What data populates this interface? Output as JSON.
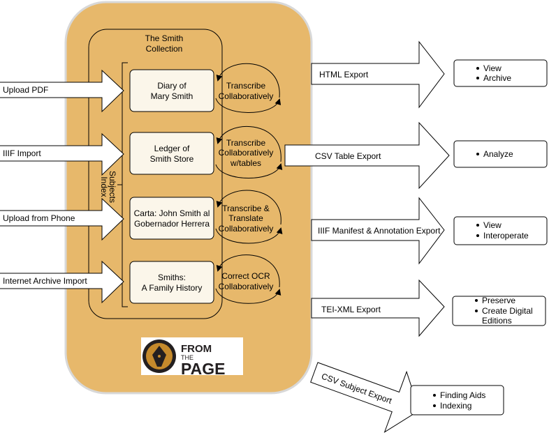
{
  "colors": {
    "panel_fill": "#e7b86b",
    "panel_stroke": "#d8d8d8",
    "doc_fill": "#fbf6ea",
    "logo_bg": "#ffffff",
    "logo_dark": "#231f20",
    "logo_orange": "#c58a2c"
  },
  "collection": {
    "line1": "The Smith",
    "line2": "Collection"
  },
  "index_subjects": {
    "line1": "Index",
    "line2": "Subjects"
  },
  "inputs": [
    {
      "label": "Upload PDF"
    },
    {
      "label": "IIIF Import"
    },
    {
      "label": "Upload from Phone"
    },
    {
      "label": "Internet Archive Import"
    }
  ],
  "documents": [
    {
      "line1": "Diary of",
      "line2": "Mary Smith"
    },
    {
      "line1": "Ledger of",
      "line2": "Smith Store"
    },
    {
      "line1": "Carta:  John Smith al",
      "line2": "Gobernador Herrera"
    },
    {
      "line1": "Smiths:",
      "line2": "A Family History"
    }
  ],
  "actions": [
    {
      "lines": [
        "Transcribe",
        "Collaboratively"
      ]
    },
    {
      "lines": [
        "Transcribe",
        "Collaboratively",
        "w/tables"
      ]
    },
    {
      "lines": [
        "Transcribe &",
        "Translate",
        "Collaboratively"
      ]
    },
    {
      "lines": [
        "Correct OCR",
        "Collaboratively"
      ]
    }
  ],
  "exports": [
    {
      "label": "HTML Export",
      "uses": [
        "View",
        "Archive"
      ]
    },
    {
      "label": "CSV Table Export",
      "uses": [
        "Analyze"
      ]
    },
    {
      "label": "IIIF Manifest & Annotation Export",
      "uses": [
        "View",
        "Interoperate"
      ]
    },
    {
      "label": "TEI-XML Export",
      "uses": [
        "Preserve",
        "Create Digital",
        "Editions"
      ]
    },
    {
      "label": "CSV Subject Export",
      "uses": [
        "Finding Aids",
        "Indexing"
      ]
    }
  ],
  "logo": {
    "line1": "FROM",
    "line2": "THE",
    "line3": "PAGE"
  },
  "icons": {
    "bullet": "bullet-icon",
    "logo_mark": "fountain-pen-nib-icon"
  }
}
